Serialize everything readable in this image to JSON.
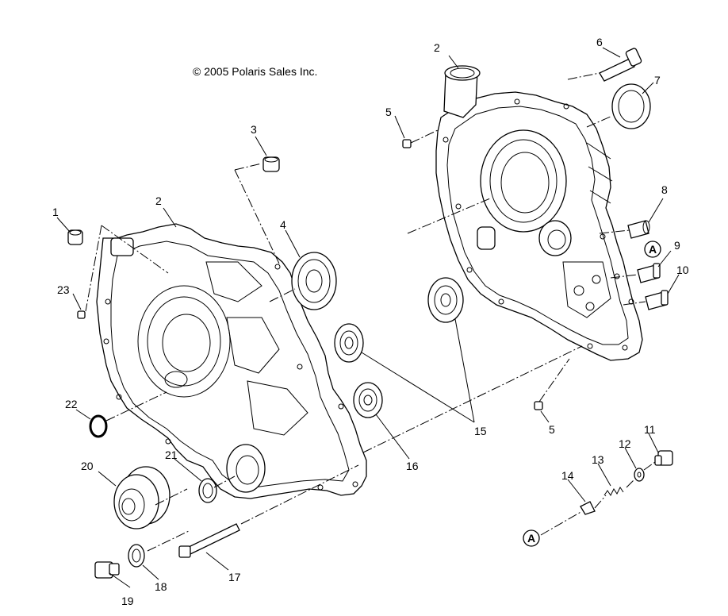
{
  "copyright": "© 2005 Polaris Sales Inc.",
  "callouts": {
    "c1": "1",
    "c2a": "2",
    "c2b": "2",
    "c3": "3",
    "c4": "4",
    "c5a": "5",
    "c5b": "5",
    "c6": "6",
    "c7": "7",
    "c8": "8",
    "c9": "9",
    "c10": "10",
    "c11": "11",
    "c12": "12",
    "c13": "13",
    "c14": "14",
    "c15": "15",
    "c16": "16",
    "c17": "17",
    "c18": "18",
    "c19": "19",
    "c20": "20",
    "c21": "21",
    "c22": "22",
    "c23": "23"
  },
  "reference_marks": {
    "a_top": "A",
    "a_bottom": "A"
  }
}
